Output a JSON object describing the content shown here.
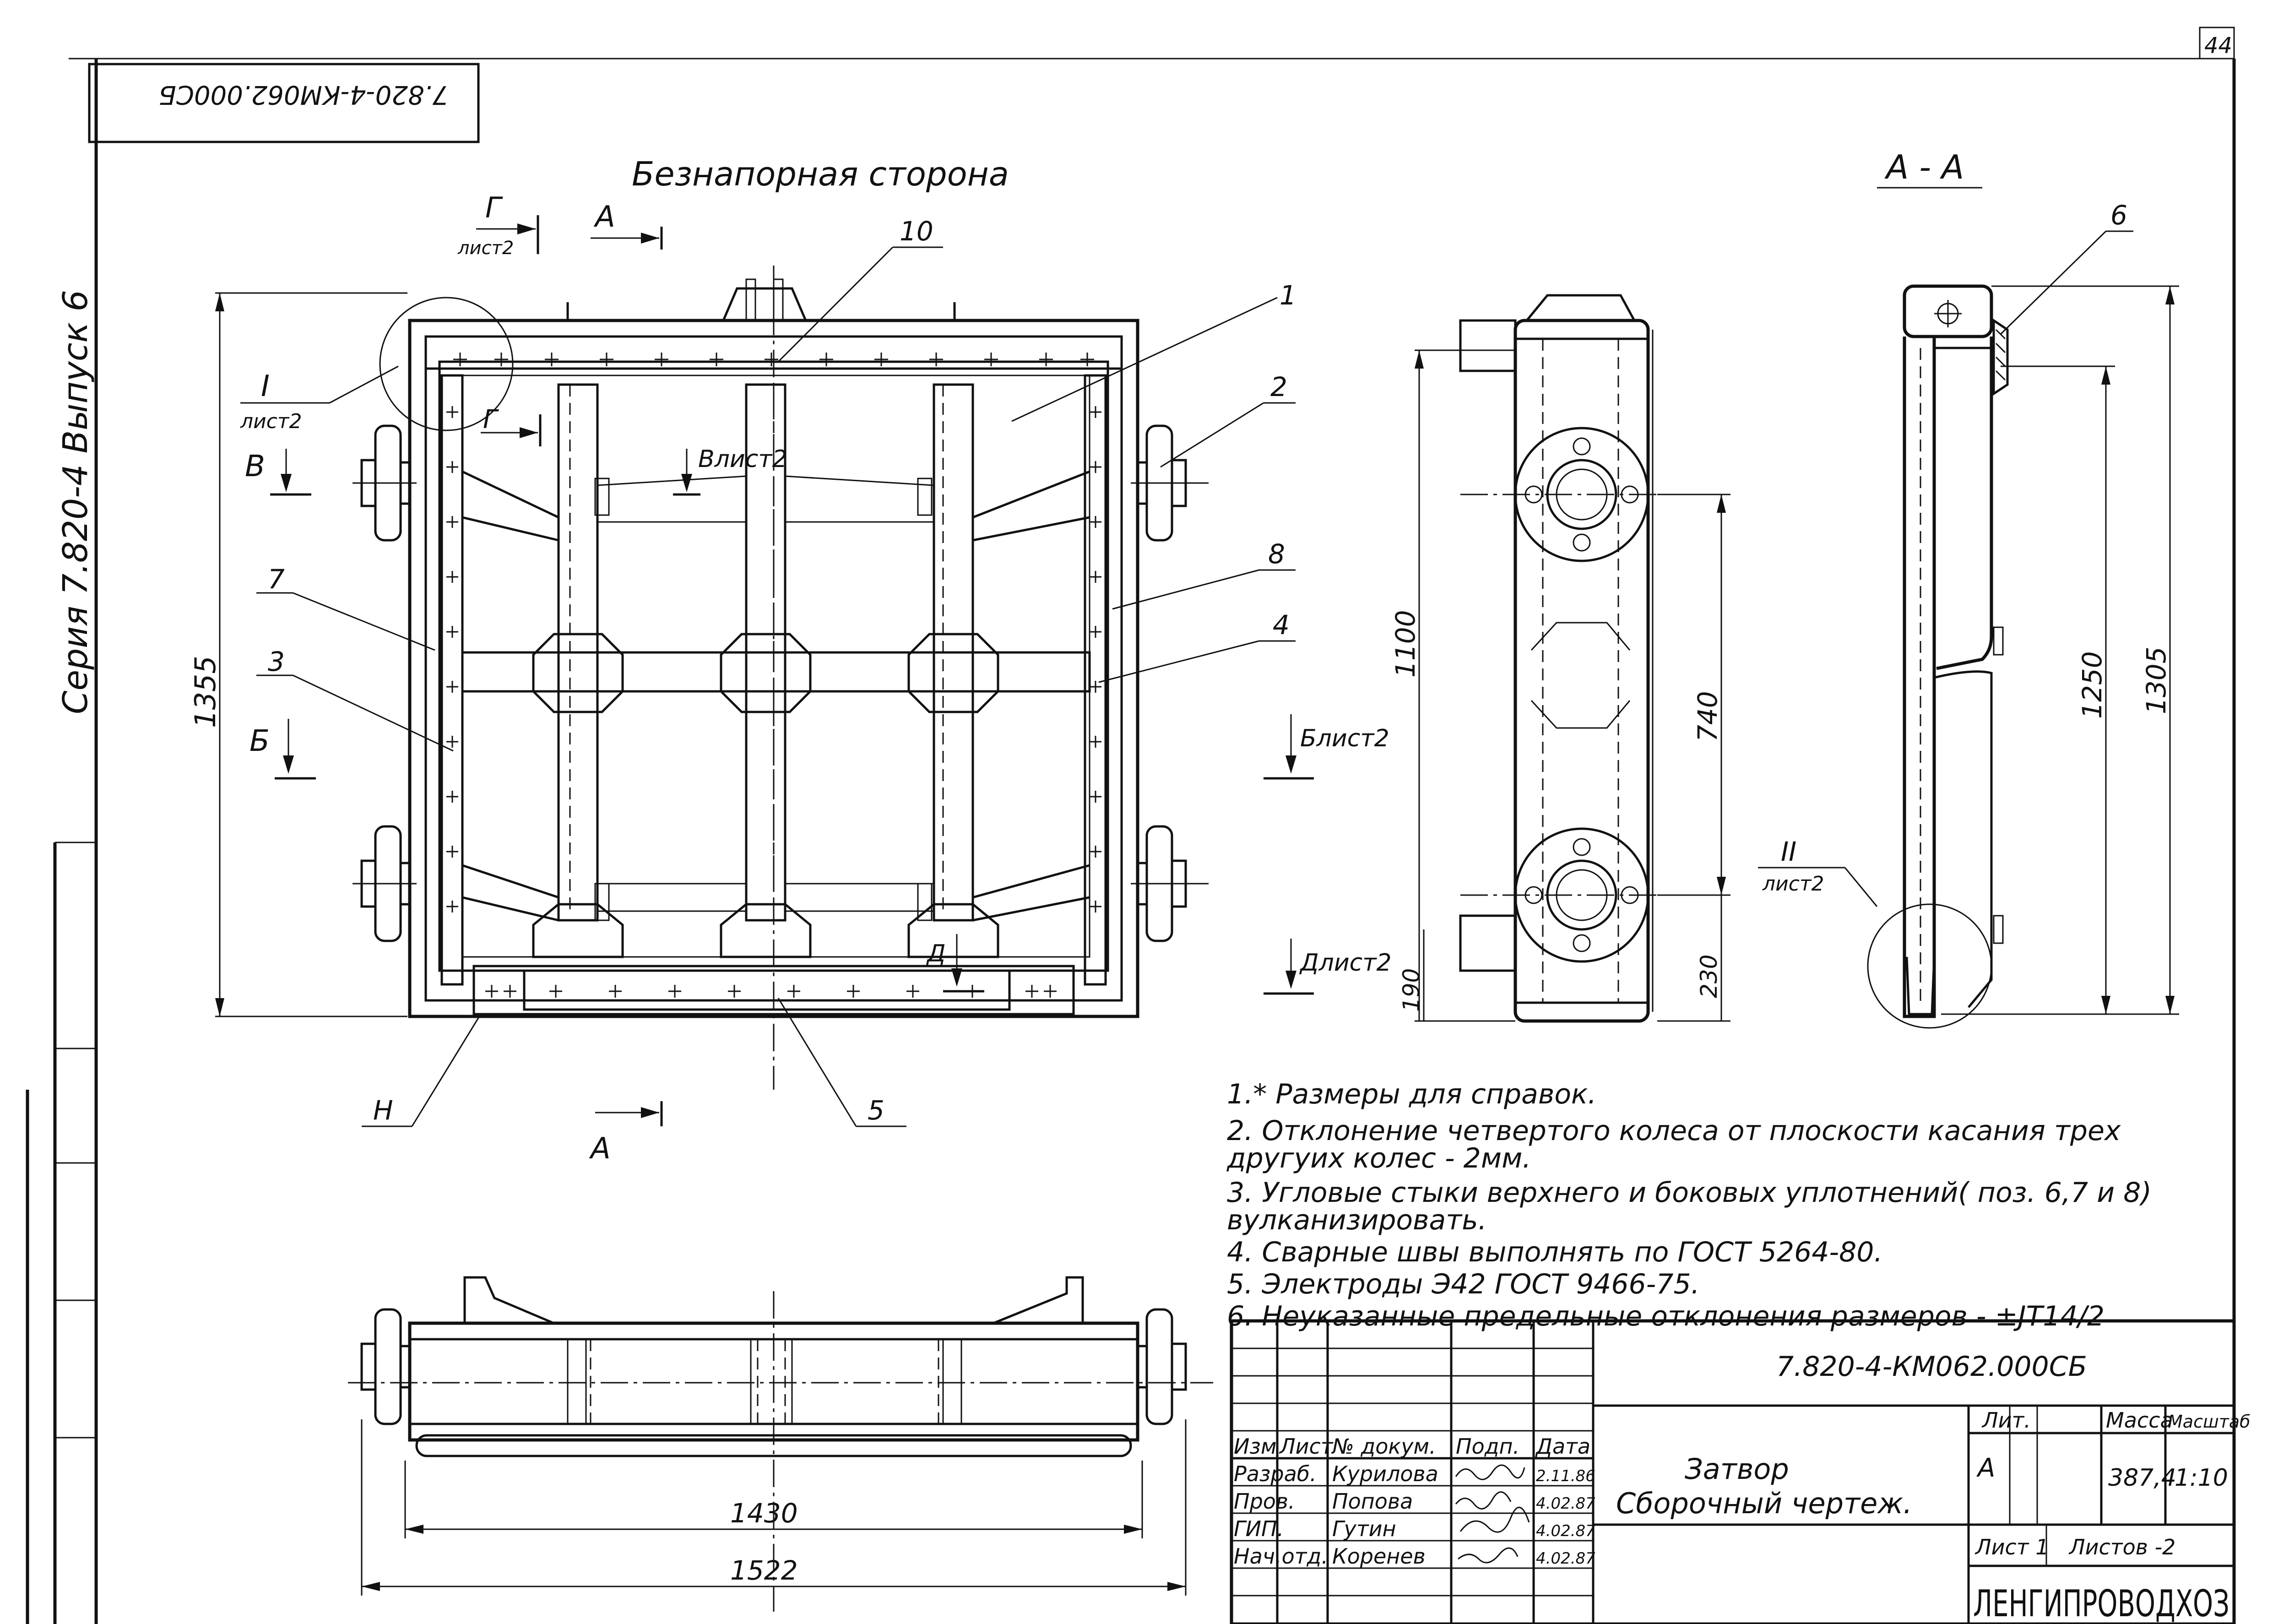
{
  "sheet": {
    "sheet_number": "44",
    "code_rotated": "7.820-4-КМ062.000СБ",
    "series_side": "Серия 7.820-4   Выпуск 6"
  },
  "views": {
    "main_view_title": "Безнапорная сторона",
    "section_title": "А - А",
    "cut_g": "Г",
    "sheet2": "лист2",
    "cut_a": "А",
    "cut_b_label": "В",
    "cut_v_label": "Влист2",
    "cut_b2": "Б",
    "cut_b_sheet": "Блист2",
    "cut_d": "Д",
    "cut_d_sheet": "Длист2",
    "node_I": "I",
    "node_I_sheet": "лист2",
    "node_II": "II",
    "node_II_sheet": "лист2",
    "node_H": "Н"
  },
  "callouts": [
    "1",
    "2",
    "3",
    "4",
    "5",
    "6",
    "7",
    "8",
    "10"
  ],
  "dimensions": {
    "height_total": "1355",
    "side_1100": "1100",
    "side_740": "740",
    "side_230": "230",
    "side_190": "190",
    "sec_1250": "1250",
    "sec_1305": "1305",
    "width_1430": "1430",
    "width_1522": "1522"
  },
  "notes": [
    "1.* Размеры для справок.",
    "2. Отклонение четвертого колеса от плоскости касания трех",
    "другуих колес - 2мм.",
    "3. Угловые стыки верхнего и боковых уплотнений( поз. 6,7 и 8)",
    "вулканизировать.",
    "4. Сварные швы выполнять по ГОСТ 5264-80.",
    "5. Электроды Э42  ГОСТ 9466-75.",
    "6. Неуказанные предельные отклонения размеров - ±JT14/2"
  ],
  "title_block": {
    "doc_code": "7.820-4-КМ062.000СБ",
    "title_line1": "Затвор",
    "title_line2": "Сборочный чертеж.",
    "col_izm": "Изм",
    "col_list": "Лист",
    "col_doc": "№ докум.",
    "col_sign": "Подп.",
    "col_date": "Дата",
    "lit_header": "Лит.",
    "mass_header": "Масса",
    "scale_header": "Масштаб",
    "lit_value": "А",
    "mass_value": "387,4",
    "scale_value": "1:10",
    "sheet_label": "Лист 1",
    "sheets_label": "Листов -2",
    "org": "ЛЕНГИПРОВОДХОЗ",
    "people": [
      {
        "role": "Разраб.",
        "name": "Курилова",
        "date": "2.11.86"
      },
      {
        "role": "Пров.",
        "name": "Попова",
        "date": "4.02.87"
      },
      {
        "role": "ГИП.",
        "name": "Гутин",
        "date": "4.02.87"
      },
      {
        "role": "Нач.отд.",
        "name": "Коренев",
        "date": "4.02.87"
      }
    ]
  }
}
